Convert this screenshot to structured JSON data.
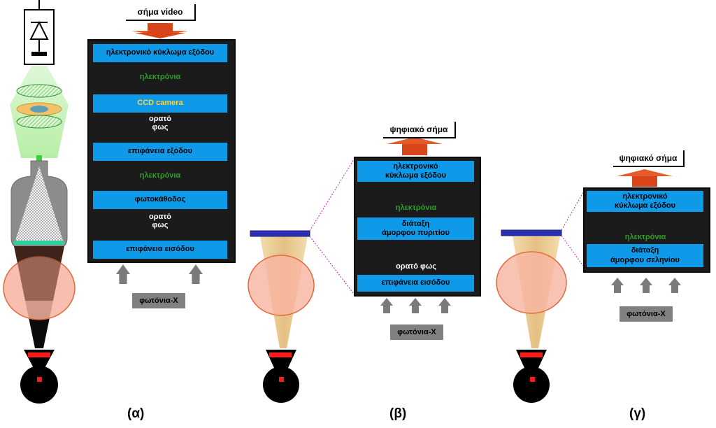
{
  "panel_a": {
    "output_signal": "σήμα video",
    "output_circuit": "ηλεκτρονικό κύκλωμα εξόδου",
    "electrons_top": "ηλεκτρόνια",
    "ccd_camera": "CCD camera",
    "visible_light_top": "ορατό\nφως",
    "exit_surface": "επιφάνεια εξόδου",
    "electrons_mid": "ηλεκτρόνια",
    "photocathode": "φωτοκάθοδος",
    "visible_light_bottom": "ορατό\nφως",
    "input_surface": "επιφάνεια εισόδου",
    "xray_photons": "φωτόνια-X",
    "caption": "(α)"
  },
  "panel_b": {
    "output_signal": "ψηφιακό σήμα",
    "output_circuit": "ηλεκτρονικό\nκύκλωμα εξόδου",
    "electrons": "ηλεκτρόνια",
    "array": "διάταξη\nάμορφου πυριτίου",
    "visible_light": "ορατό φως",
    "input_surface": "επιφάνεια εισόδου",
    "xray_photons": "φωτόνια-X",
    "caption": "(β)"
  },
  "panel_c": {
    "output_signal": "ψηφιακό σήμα",
    "output_circuit": "ηλεκτρονικό\nκύκλωμα εξόδου",
    "electrons": "ηλεκτρόνια",
    "array": "διάταξη\nάμορφου σεληνίου",
    "xray_photons": "φωτόνια-X",
    "caption": "(γ)"
  },
  "colors": {
    "panel_bg": "#1b1b1b",
    "band_blue": "#0e9ae9",
    "electron_arrow_green": "#2f8f2a",
    "xray_arrow_gray": "#7b7b7b",
    "output_arrow_red": "#d8451b",
    "ccd_text_yellow": "#ffd23a",
    "patient_circle": "#f7b4a0",
    "beam_cone": "#e8c98a",
    "detector_plate": "#2b2fb8"
  }
}
